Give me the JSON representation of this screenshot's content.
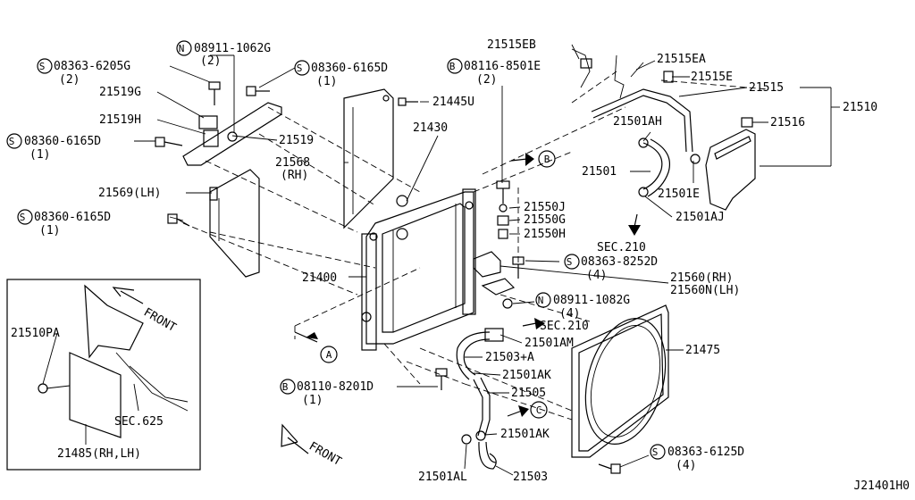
{
  "labels": {
    "p21515EB": "21515EB",
    "p21515EA": "21515EA",
    "p21515E": "21515E",
    "p21515": "21515",
    "p21510": "21510",
    "p21516": "21516",
    "p21501AH": "21501AH",
    "p21501": "21501",
    "p21501E": "21501E",
    "p21501AJ": "21501AJ",
    "p08116_num": "08116-8501E",
    "p08116_qty": "(2)",
    "p21445U": "21445U",
    "p21430": "21430",
    "p21568": "21568",
    "p21568_side": "(RH)",
    "p21569": "21569(LH)",
    "p08911_1062_num": "08911-1062G",
    "p08911_1062_qty": "(2)",
    "p08363_6205_num": "08363-6205G",
    "p08363_6205_qty": "(2)",
    "p08360_a_num": "08360-6165D",
    "p08360_a_qty": "(1)",
    "p21519G": "21519G",
    "p21519H": "21519H",
    "p08360_b_num": "08360-6165D",
    "p08360_b_qty": "(1)",
    "p21519": "21519",
    "p08360_c_num": "08360-6165D",
    "p08360_c_qty": "(1)",
    "p21550J": "21550J",
    "p21550G": "21550G",
    "p21550H": "21550H",
    "sec210a": "SEC.210",
    "p08363_8252_num": "08363-8252D",
    "p08363_8252_qty": "(4)",
    "p21400": "21400",
    "p21560RH": "21560(RH)",
    "p21560NLH": "21560N(LH)",
    "p08911_1082_num": "08911-1082G",
    "p08911_1082_qty": "(4)",
    "sec210b": "SEC.210",
    "p21501AM": "21501AM",
    "p21503A": "21503+A",
    "p21501AK_a": "21501AK",
    "p21505": "21505",
    "p21501AK_b": "21501AK",
    "p21475": "21475",
    "p08110_num": "08110-8201D",
    "p08110_qty": "(1)",
    "p08363_6125_num": "08363-6125D",
    "p08363_6125_qty": "(4)",
    "p21501AL": "21501AL",
    "p21503": "21503",
    "p21510PA": "21510PA",
    "sec625": "SEC.625",
    "p21485": "21485(RH,LH)",
    "front1": "FRONT",
    "front2": "FRONT",
    "refA": "A",
    "refB": "B",
    "refC": "C",
    "badgeS": "S",
    "badgeN": "N",
    "badgeB": "B",
    "diagram_id": "J21401H0"
  }
}
